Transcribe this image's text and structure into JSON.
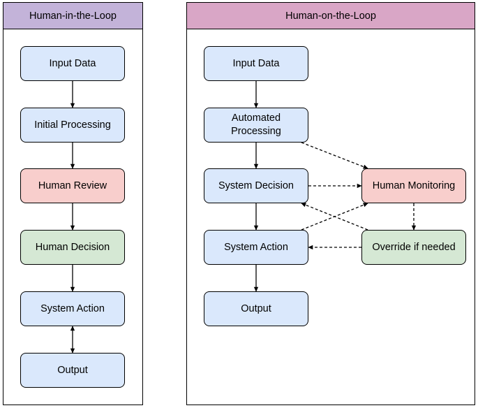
{
  "colors": {
    "left_header": "#c3b3d9",
    "right_header": "#d9a6c6",
    "blue_box": "#dae8fc",
    "red_box": "#f8cecc",
    "green_box": "#d5e8d4"
  },
  "left": {
    "title": "Human-in-the-Loop",
    "nodes": {
      "input_data": "Input Data",
      "initial_processing": "Initial Processing",
      "human_review": "Human Review",
      "human_decision": "Human Decision",
      "system_action": "System Action",
      "output": "Output"
    }
  },
  "right": {
    "title": "Human-on-the-Loop",
    "nodes": {
      "input_data": "Input Data",
      "automated_processing": "Automated Processing",
      "system_decision": "System Decision",
      "human_monitoring": "Human Monitoring",
      "system_action": "System Action",
      "override": "Override if needed",
      "output": "Output"
    }
  }
}
